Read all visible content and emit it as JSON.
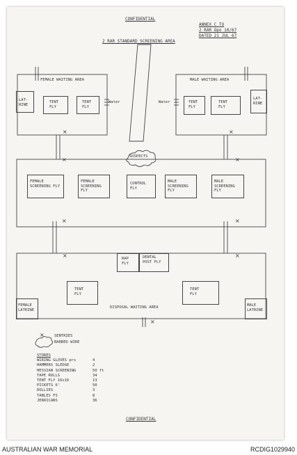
{
  "header": {
    "classification_top": "CONFIDENTIAL",
    "annex_line1": "ANNEX C TO",
    "annex_line2": "2 RAR Opo 10/67",
    "annex_line3": "DATED 21 JUL 67",
    "title": "2 RAR STANDARD SCREENING AREA"
  },
  "top_section": {
    "female_area": "FEMALE WAITING AREA",
    "male_area": "MALE WAITING AREA",
    "latrine_left": "LAT-RINE",
    "latrine_right": "LAT-RINE",
    "tent_fly": "TENT FLY",
    "water": "Water"
  },
  "middle_section": {
    "suspects": "SUSPECTS",
    "flies": [
      "FEMALE SCREENING FLY",
      "FEMALE SCREENING FLY",
      "CONTROL FLY",
      "MALE SCREENING FLY",
      "MALE SCREENING FLY"
    ]
  },
  "bottom_section": {
    "rap_fly": "RAP FLY",
    "dental_fly": "DENTAL POST FLY",
    "tent_fly": "TENT FLY",
    "female_latrine": "FEMALE LATRINE",
    "male_latrine": "MALE LATRINE",
    "disposal": "DISPOSAL WAITING AREA"
  },
  "legend": {
    "sentries": "SENTRIES",
    "barbed_wire": "BARBED WIRE"
  },
  "stores": {
    "heading": "STORES",
    "items": [
      {
        "name": "WIRING GLOVES prs",
        "qty": "4"
      },
      {
        "name": "HAMMERS SLEDGE",
        "qty": "2"
      },
      {
        "name": "HESSIAN SCREENING",
        "qty": "50 ft"
      },
      {
        "name": "TAPE ROLLS",
        "qty": "34"
      },
      {
        "name": "TENT FLY 16x16",
        "qty": "13"
      },
      {
        "name": "PICKETS 6'",
        "qty": "50"
      },
      {
        "name": "DOLLIES",
        "qty": "3"
      },
      {
        "name": "TABLES FS",
        "qty": "8"
      },
      {
        "name": "JERRICANS",
        "qty": "36"
      }
    ]
  },
  "classification_bottom": "CONFIDENTIAL",
  "footer": {
    "left": "AUSTRALIAN WAR MEMORIAL",
    "right": "RCDIG1029940"
  }
}
